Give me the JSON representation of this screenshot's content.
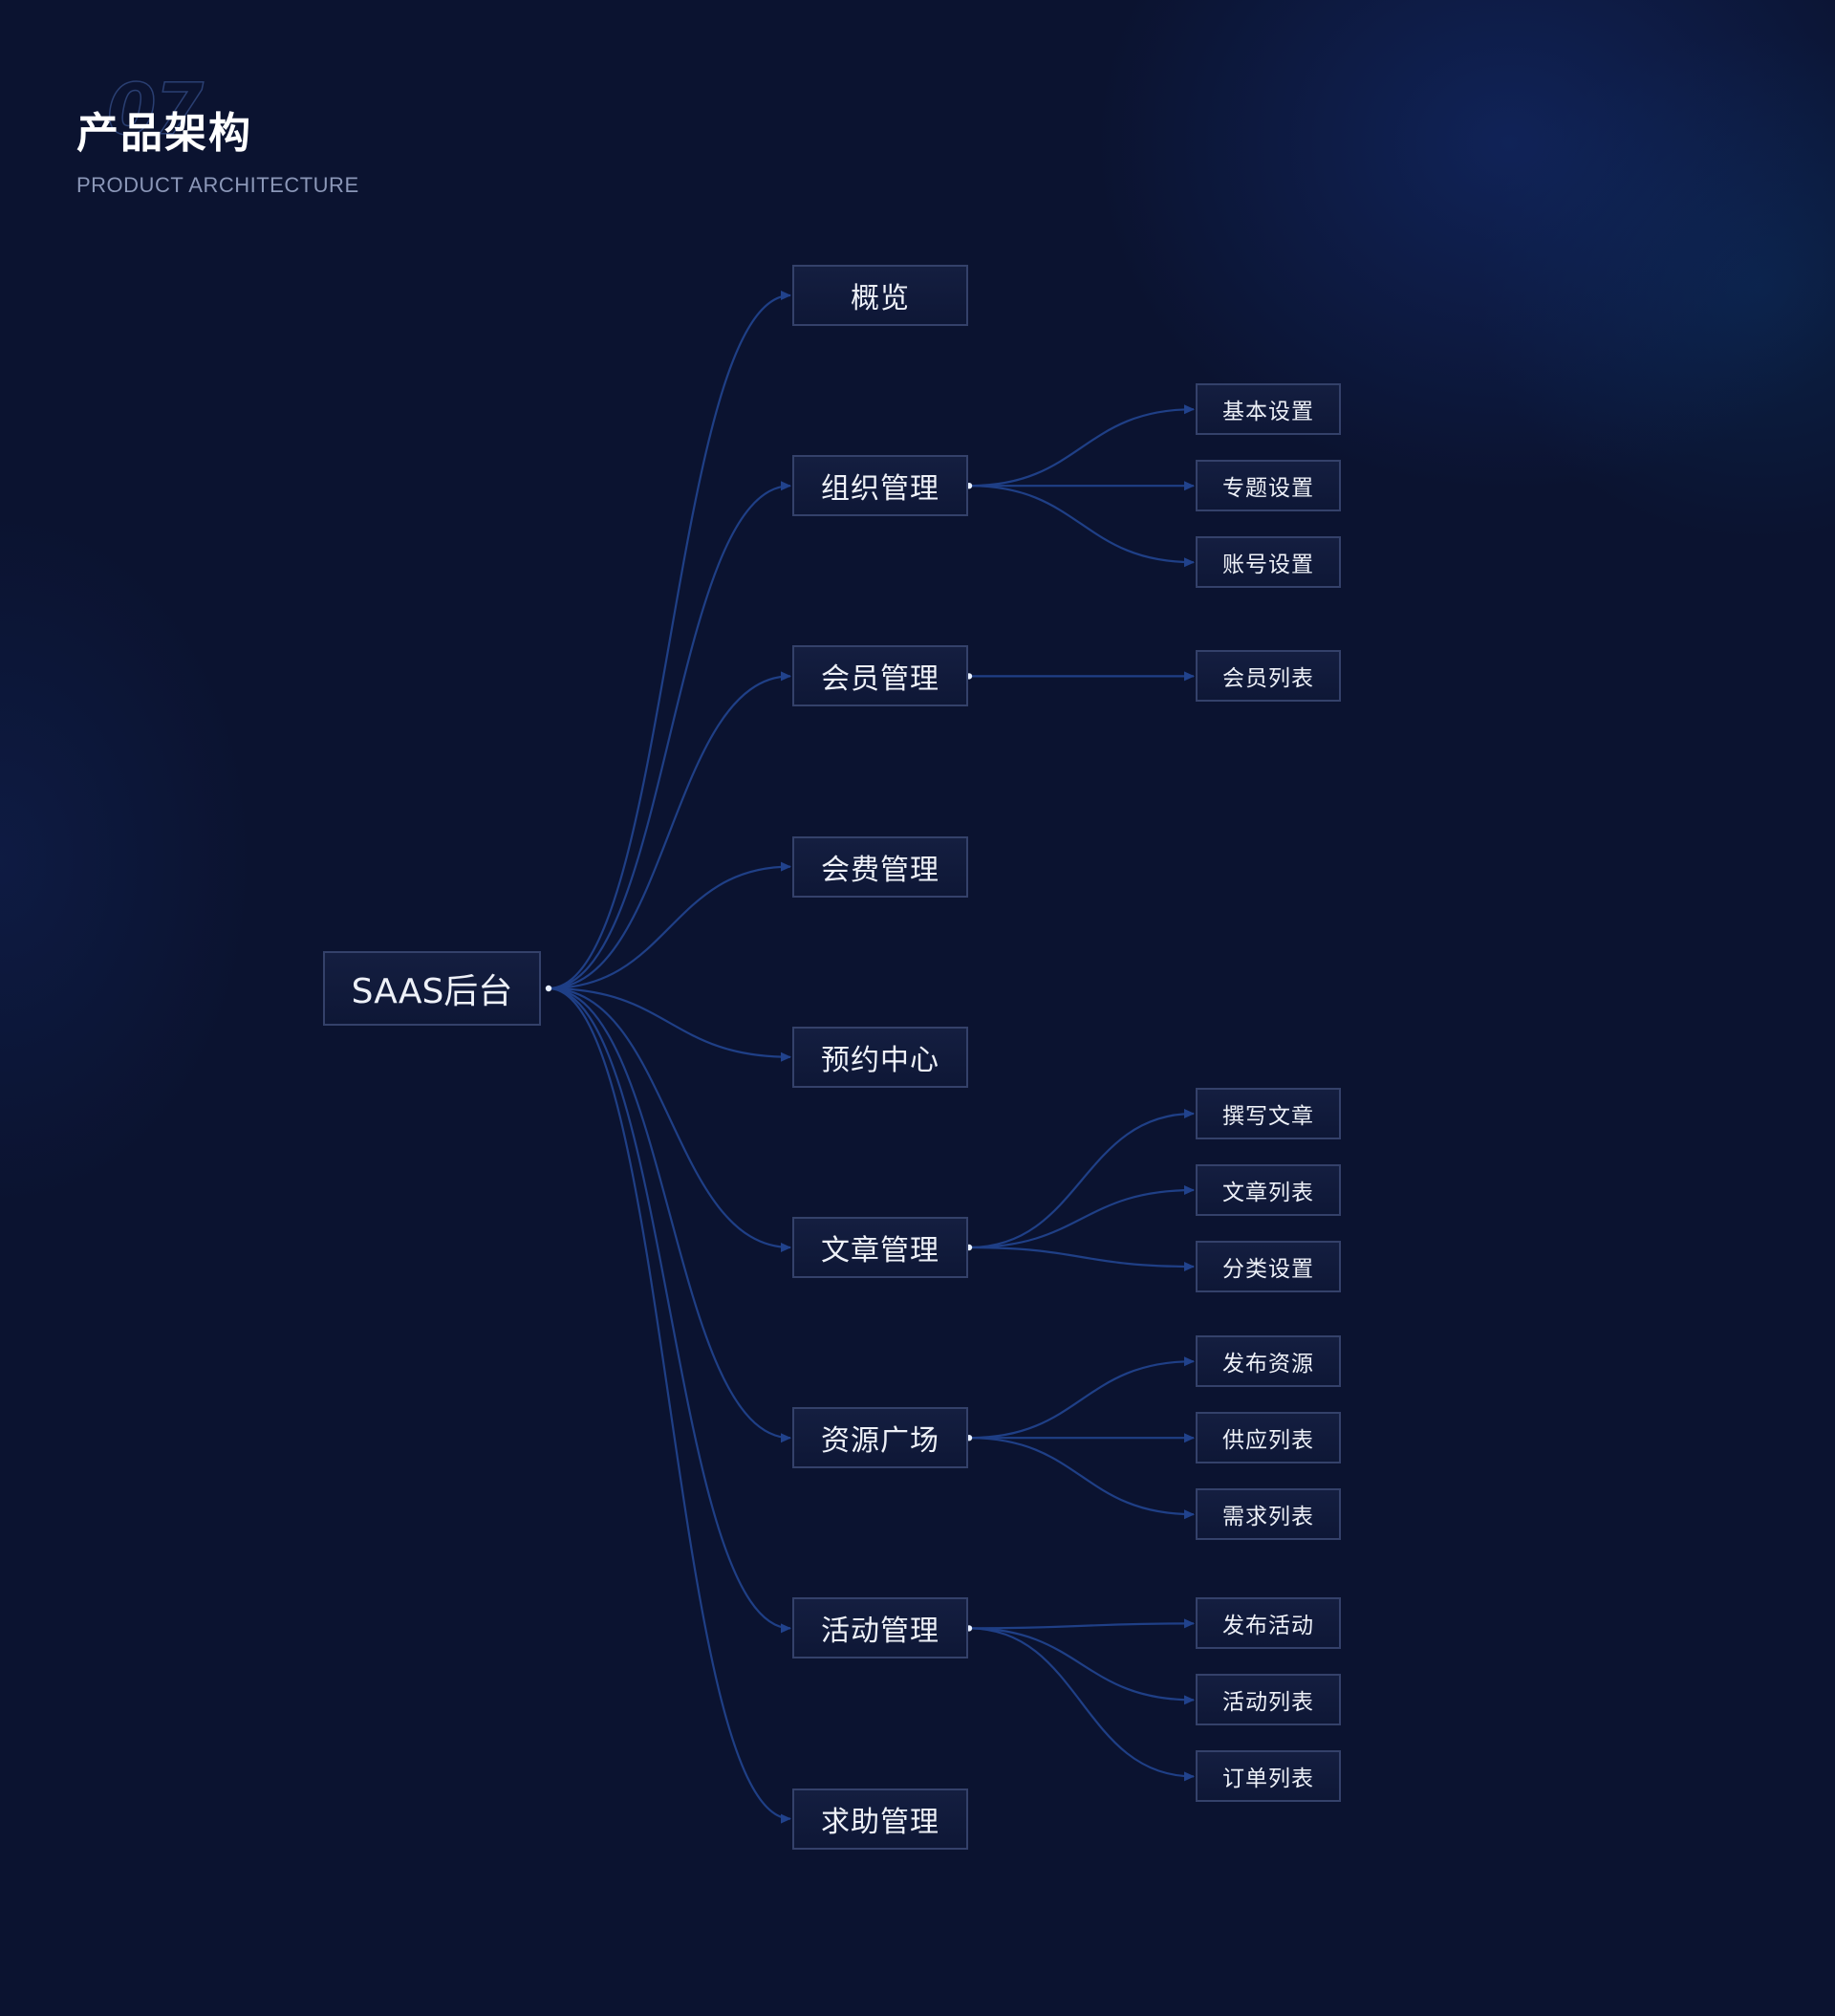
{
  "header": {
    "section_number": "07",
    "title": "产品架构",
    "subtitle": "PRODUCT ARCHITECTURE"
  },
  "colors": {
    "background": "#0b1330",
    "link": "#1f3f86",
    "node_border": "#34416a",
    "node_text": "#eef1f8"
  },
  "tree": {
    "root": "SAAS后台",
    "children": [
      {
        "label": "概览",
        "children": []
      },
      {
        "label": "组织管理",
        "children": [
          "基本设置",
          "专题设置",
          "账号设置"
        ]
      },
      {
        "label": "会员管理",
        "children": [
          "会员列表"
        ]
      },
      {
        "label": "会费管理",
        "children": []
      },
      {
        "label": "预约中心",
        "children": []
      },
      {
        "label": "文章管理",
        "children": [
          "撰写文章",
          "文章列表",
          "分类设置"
        ]
      },
      {
        "label": "资源广场",
        "children": [
          "发布资源",
          "供应列表",
          "需求列表"
        ]
      },
      {
        "label": "活动管理",
        "children": [
          "发布活动",
          "活动列表",
          "订单列表"
        ]
      },
      {
        "label": "求助管理",
        "children": []
      }
    ]
  }
}
